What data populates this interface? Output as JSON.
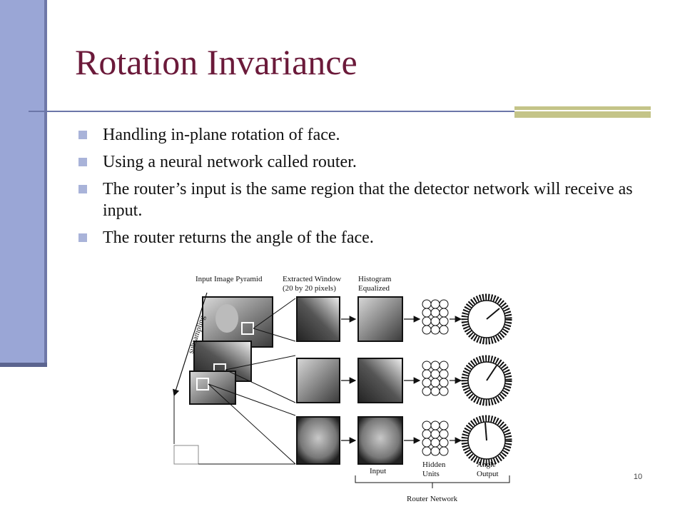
{
  "slide": {
    "title": "Rotation Invariance",
    "bullets": [
      "Handling in-plane rotation of face.",
      "Using a neural network called router.",
      "The router’s input is the same region that the detector network will receive as input.",
      "The router returns the angle of the face."
    ],
    "page_number": "10"
  },
  "figure": {
    "labels": {
      "input_pyramid": "Input Image Pyramid",
      "extracted_window_line1": "Extracted Window",
      "extracted_window_line2": "(20 by 20 pixels)",
      "histogram_line1": "Histogram",
      "histogram_line2": "Equalized",
      "subsampling": "subsampling",
      "input": "Input",
      "hidden_line1": "Hidden",
      "hidden_line2": "Units",
      "angle_line1": "Angle",
      "angle_line2": "Output",
      "router_network": "Router Network"
    }
  },
  "colors": {
    "sidebar": "#9aa6d6",
    "title": "#6b1a3a",
    "rule": "#6b76a8",
    "olive_accent": "#c4c488",
    "bullet": "#a9b3d9"
  }
}
